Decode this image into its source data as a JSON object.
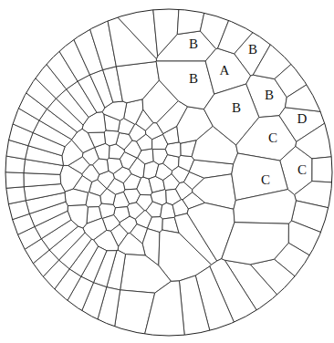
{
  "diagram": {
    "labels": [
      "B",
      "B",
      "B",
      "A",
      "B",
      "B",
      "C",
      "D",
      "C",
      "C"
    ]
  }
}
